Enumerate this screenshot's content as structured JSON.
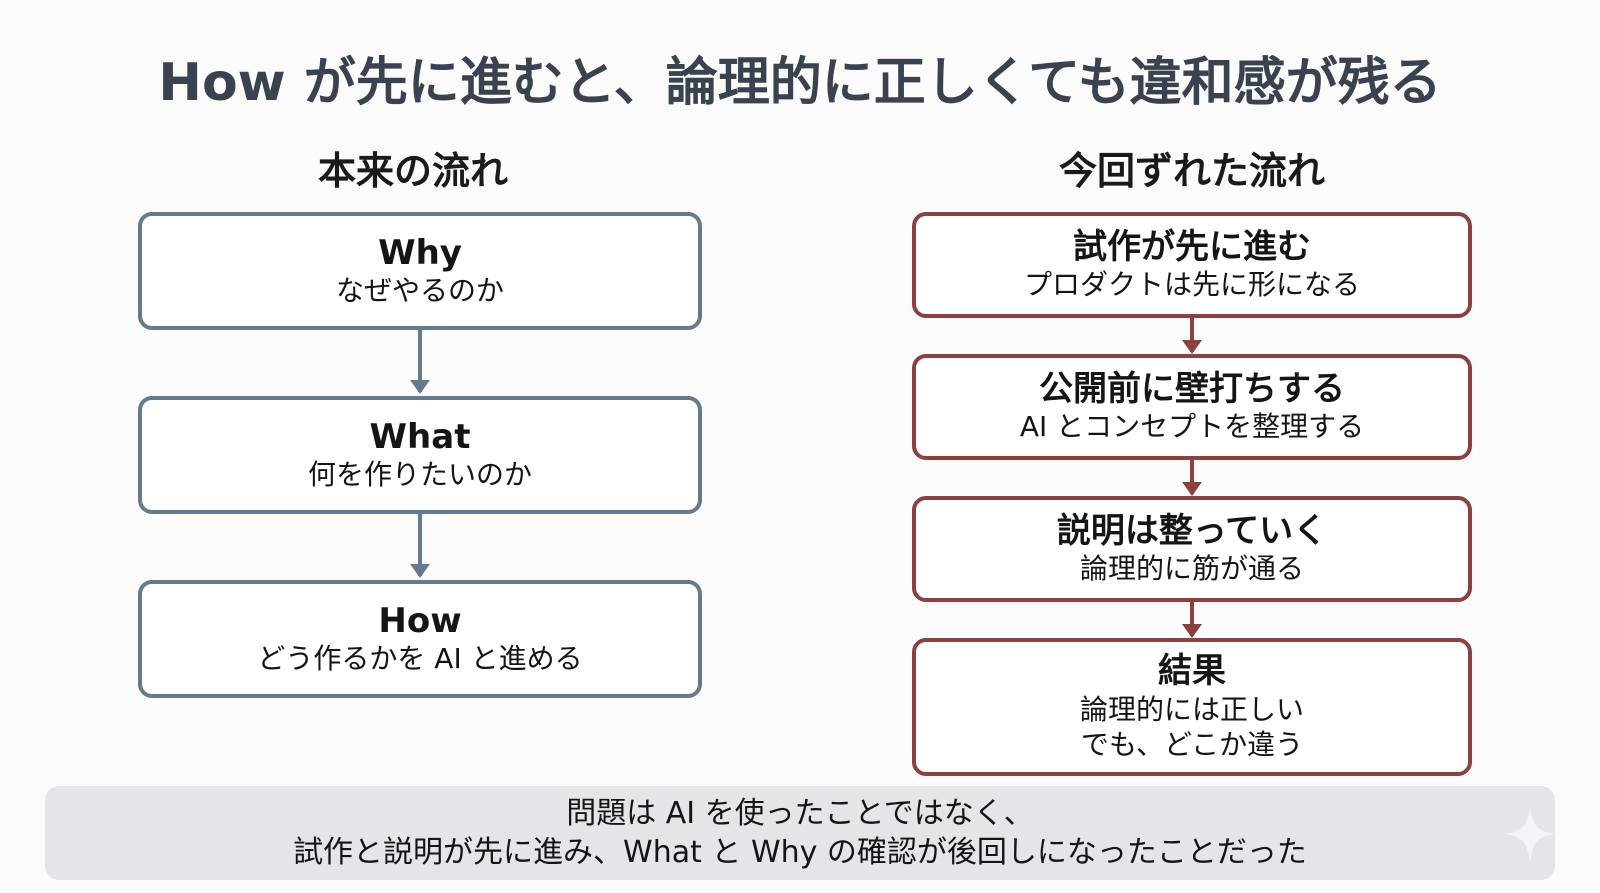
{
  "title": "How が先に進むと、論理的に正しくても違和感が残る",
  "left_column": {
    "heading": "本来の流れ",
    "color": "#647a8f",
    "steps": [
      {
        "head": "Why",
        "sub": "なぜやるのか"
      },
      {
        "head": "What",
        "sub": "何を作りたいのか"
      },
      {
        "head": "How",
        "sub": "どう作るかを AI と進める"
      }
    ]
  },
  "right_column": {
    "heading": "今回ずれた流れ",
    "color": "#8e3f3f",
    "steps": [
      {
        "head": "試作が先に進む",
        "sub": "プロダクトは先に形になる"
      },
      {
        "head": "公開前に壁打ちする",
        "sub": "AI とコンセプトを整理する"
      },
      {
        "head": "説明は整っていく",
        "sub": "論理的に筋が通る"
      },
      {
        "head": "結果",
        "sub": "論理的には正しい",
        "sub2": "でも、どこか違う"
      }
    ]
  },
  "footer": {
    "line1": "問題は AI を使ったことではなく、",
    "line2": "試作と説明が先に進み、What と Why の確認が後回しになったことだった",
    "background": "#e3e5e8"
  },
  "icons": {
    "corner": "sparkle-icon"
  }
}
